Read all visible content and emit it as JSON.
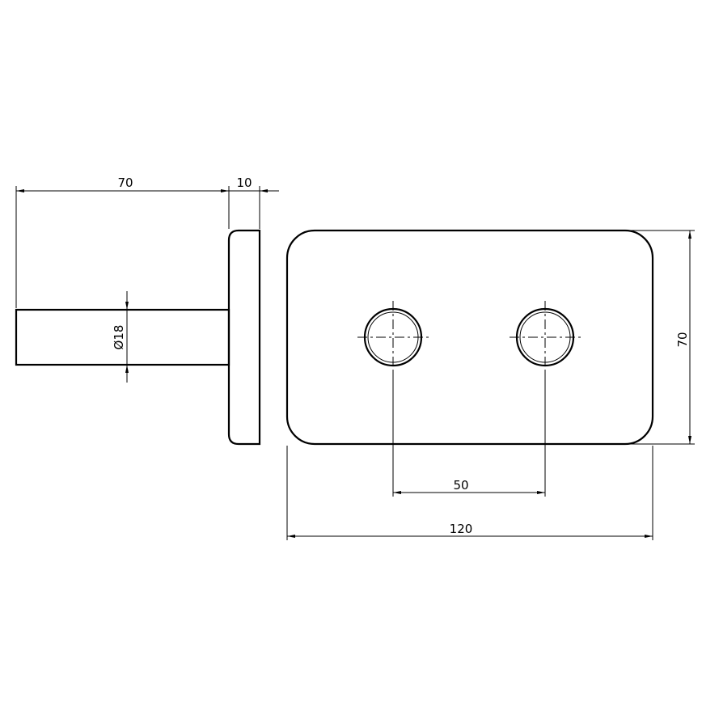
{
  "drawing": {
    "line_color": "#000000",
    "background": "#ffffff",
    "side_view": {
      "shaft_length_label": "70",
      "plate_thickness_label": "10",
      "shaft_diameter_label": "Ø18"
    },
    "front_view": {
      "hole_spacing_label": "50",
      "plate_width_label": "120",
      "plate_height_label": "70",
      "hole_count": 2
    }
  }
}
